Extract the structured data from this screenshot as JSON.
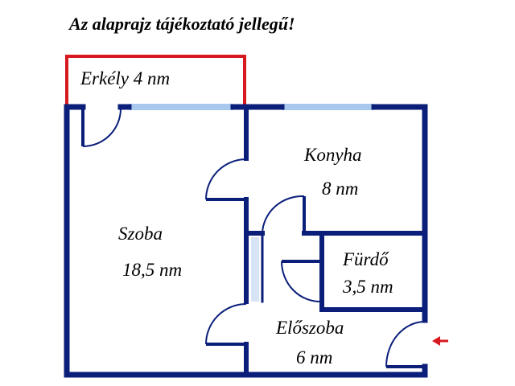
{
  "note": "Az alaprajz tájékoztató jellegű!",
  "rooms": {
    "erkely": {
      "label": "Erkély 4 nm"
    },
    "szoba": {
      "name": "Szoba",
      "area": "18,5 nm"
    },
    "konyha": {
      "name": "Konyha",
      "area": "8 nm"
    },
    "furdo": {
      "name": "Fürdő",
      "area": "3,5 nm"
    },
    "eloszoba": {
      "name": "Előszoba",
      "area": "6 nm"
    }
  },
  "colors": {
    "wall": "#0b1f7a",
    "balcony": "#d7191f",
    "window": "#a8c8ee",
    "entrance_arrow": "#d7191f"
  },
  "icons": {
    "entrance": "entrance-arrow-icon"
  }
}
